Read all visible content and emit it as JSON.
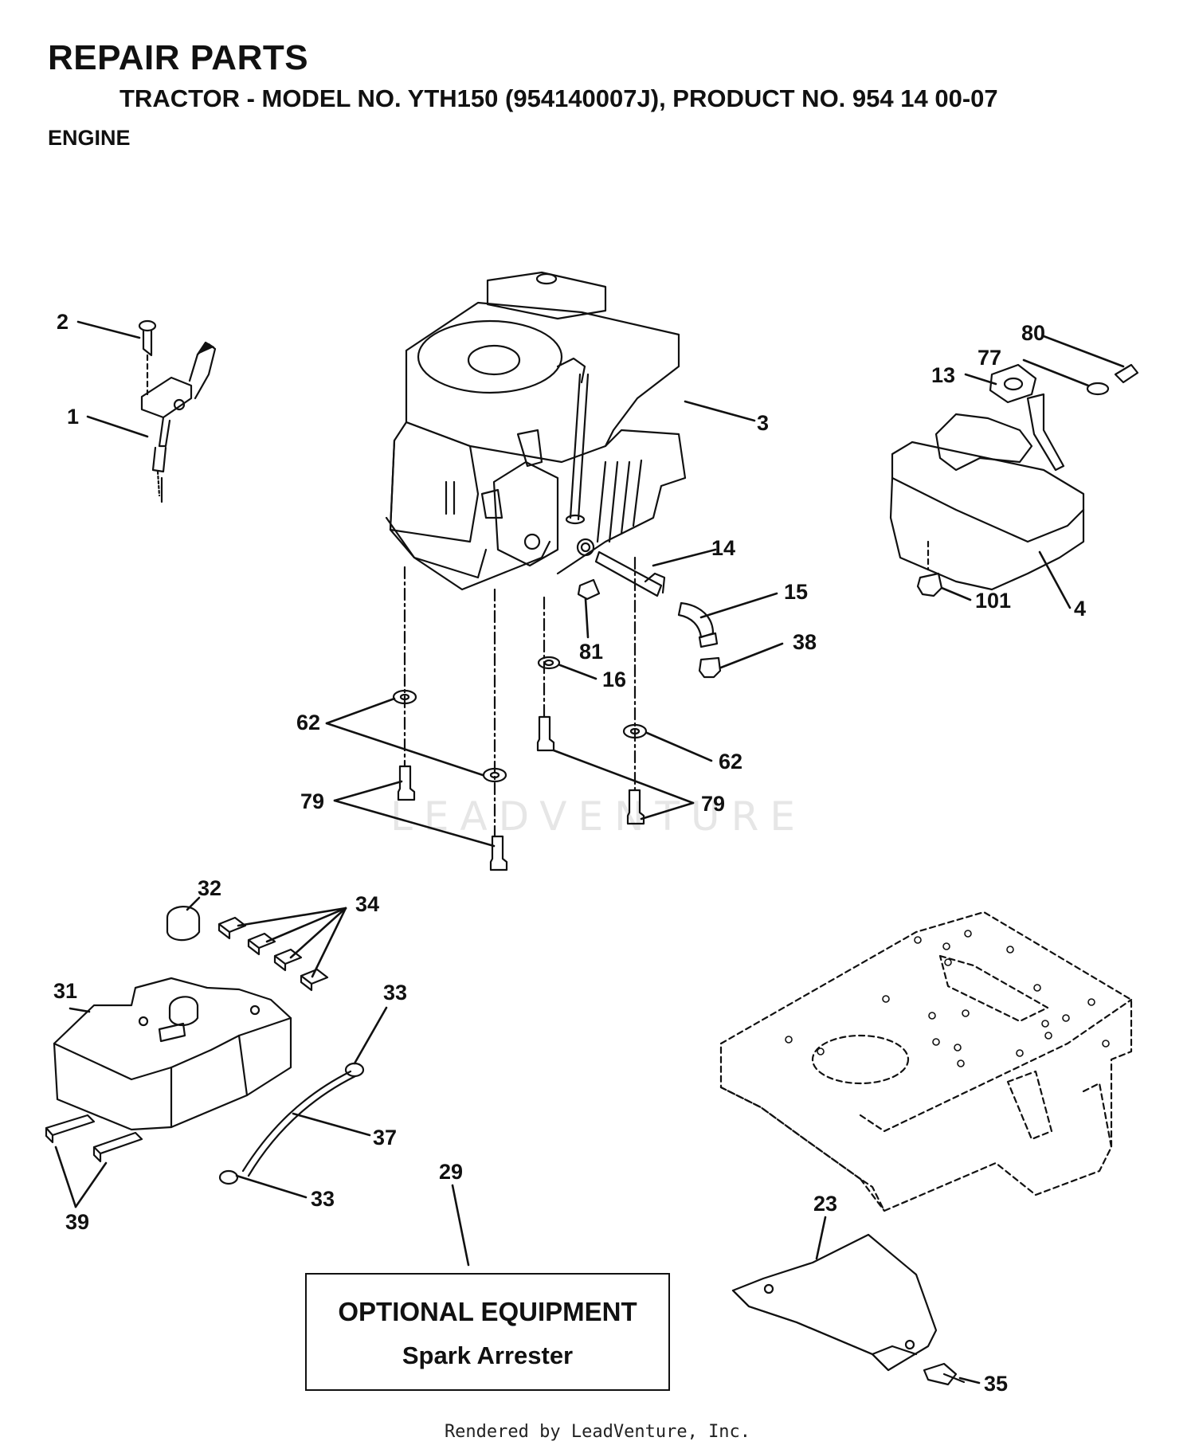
{
  "header": {
    "title": "REPAIR PARTS",
    "subtitle": "TRACTOR - MODEL NO. YTH150 (954140007J), PRODUCT NO. 954 14 00-07",
    "section": "ENGINE"
  },
  "callouts": [
    {
      "id": "c2",
      "label": "2"
    },
    {
      "id": "c1",
      "label": "1"
    },
    {
      "id": "c3",
      "label": "3"
    },
    {
      "id": "c80",
      "label": "80"
    },
    {
      "id": "c77",
      "label": "77"
    },
    {
      "id": "c13",
      "label": "13"
    },
    {
      "id": "c14",
      "label": "14"
    },
    {
      "id": "c15",
      "label": "15"
    },
    {
      "id": "c38",
      "label": "38"
    },
    {
      "id": "c101",
      "label": "101"
    },
    {
      "id": "c4",
      "label": "4"
    },
    {
      "id": "c81",
      "label": "81"
    },
    {
      "id": "c16",
      "label": "16"
    },
    {
      "id": "c62a",
      "label": "62"
    },
    {
      "id": "c62b",
      "label": "62"
    },
    {
      "id": "c79a",
      "label": "79"
    },
    {
      "id": "c79b",
      "label": "79"
    },
    {
      "id": "c32",
      "label": "32"
    },
    {
      "id": "c34",
      "label": "34"
    },
    {
      "id": "c31",
      "label": "31"
    },
    {
      "id": "c33a",
      "label": "33"
    },
    {
      "id": "c37",
      "label": "37"
    },
    {
      "id": "c33b",
      "label": "33"
    },
    {
      "id": "c39",
      "label": "39"
    },
    {
      "id": "c29",
      "label": "29"
    },
    {
      "id": "c23",
      "label": "23"
    },
    {
      "id": "c35",
      "label": "35"
    }
  ],
  "optional_equipment": {
    "heading": "OPTIONAL EQUIPMENT",
    "item": "Spark Arrester"
  },
  "watermark": "LEADVENTURE",
  "footer": "Rendered by LeadVenture, Inc."
}
